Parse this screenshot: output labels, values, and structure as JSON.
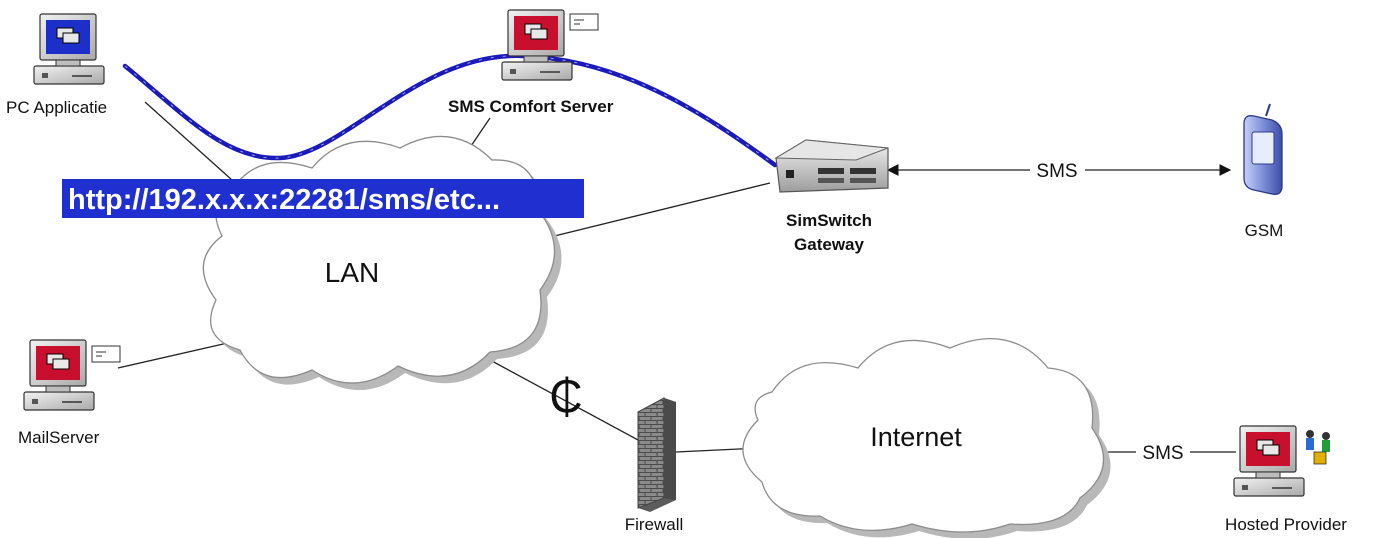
{
  "nodes": {
    "pc_app": {
      "label": "PC Applicatie"
    },
    "sms_server": {
      "label": "SMS Comfort Server"
    },
    "gateway": {
      "label_line1": "SimSwitch",
      "label_line2": "Gateway"
    },
    "gsm": {
      "label": "GSM"
    },
    "mailserver": {
      "label": "MailServer"
    },
    "firewall": {
      "label": "Firewall"
    },
    "hosted_provider": {
      "label": "Hosted Provider"
    }
  },
  "clouds": {
    "lan": {
      "label": "LAN"
    },
    "internet": {
      "label": "Internet"
    }
  },
  "url_banner": {
    "text": "http://192.x.x.x:22281/sms/etc..."
  },
  "links": {
    "gateway_gsm": {
      "label": "SMS"
    },
    "internet_provider": {
      "label": "SMS"
    }
  },
  "cost_symbol": "₵",
  "colors": {
    "http_path": "#1a1ab8",
    "url_banner_bg": "#1f2fd0",
    "cloud_fill": "#ffffff",
    "cloud_shadow": "#b8b8b8",
    "screen_blue": "#1c2fc8",
    "screen_red": "#c8102e",
    "firewall_brick": "#7a7a7a",
    "gsm_body": "#7d8fd8"
  },
  "icons": {
    "pc_app": "desktop-computer-icon",
    "sms_server": "server-computer-mail-icon",
    "gateway": "gateway-device-icon",
    "gsm": "mobile-phone-icon",
    "mailserver": "server-computer-mail-icon",
    "firewall": "firewall-brick-wall-icon",
    "hosted_provider": "server-computer-icon"
  }
}
